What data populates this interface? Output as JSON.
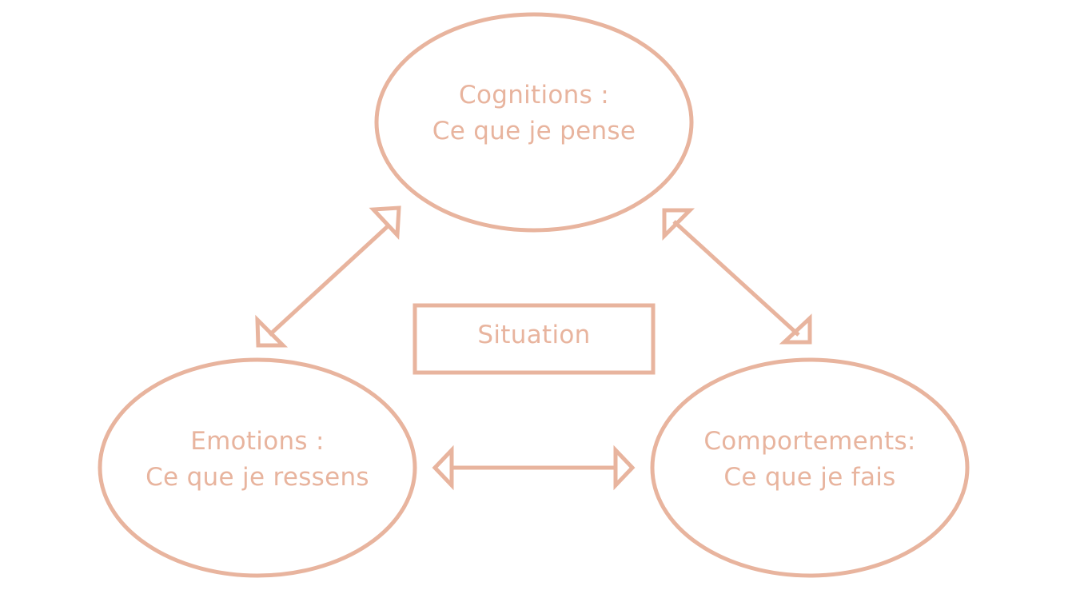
{
  "diagram": {
    "color": "#e8b49e",
    "nodes": {
      "cognitions": {
        "title": "Cognitions :",
        "subtitle": "Ce que je pense"
      },
      "emotions": {
        "title": "Emotions :",
        "subtitle": "Ce que je ressens"
      },
      "comportements": {
        "title": "Comportements:",
        "subtitle": "Ce que je fais"
      },
      "situation": {
        "label": "Situation"
      }
    },
    "links": [
      {
        "from": "cognitions",
        "to": "emotions",
        "direction": "both"
      },
      {
        "from": "cognitions",
        "to": "comportements",
        "direction": "both"
      },
      {
        "from": "emotions",
        "to": "comportements",
        "direction": "both"
      }
    ]
  }
}
